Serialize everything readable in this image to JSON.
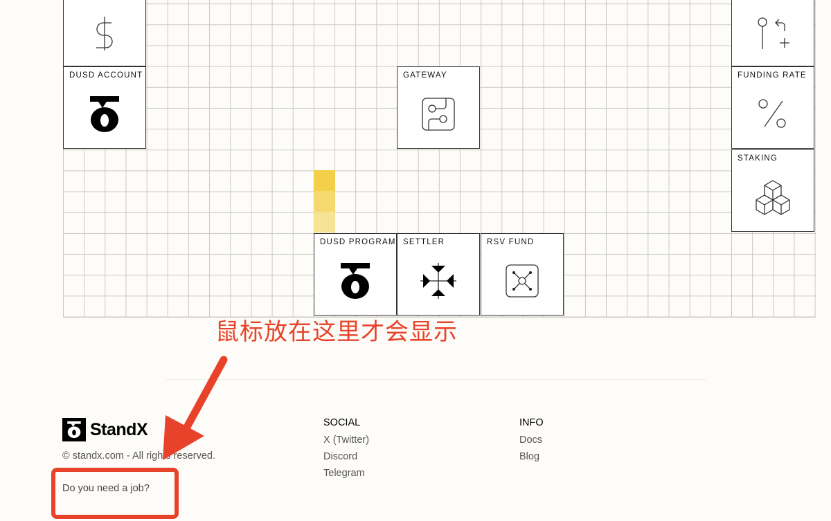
{
  "cards": {
    "dollar": {
      "label": "",
      "icon": "dollar-icon"
    },
    "dusd_account": {
      "label": "DUSD ACCOUNT",
      "icon": "dusd-logo-icon"
    },
    "gateway": {
      "label": "GATEWAY",
      "icon": "circuit-icon"
    },
    "top_right": {
      "label": "",
      "icon": "branch-icon"
    },
    "funding_rate": {
      "label": "FUNDING RATE",
      "icon": "percent-icon"
    },
    "staking": {
      "label": "STAKING",
      "icon": "cubes-icon"
    },
    "dusd_program": {
      "label": "DUSD PROGRAM",
      "icon": "dusd-logo-icon"
    },
    "settler": {
      "label": "SETTLER",
      "icon": "converge-arrows-icon"
    },
    "rsv_fund": {
      "label": "RSV FUND",
      "icon": "vault-icon"
    }
  },
  "colors": {
    "accent_yellow": "#f3cf4a",
    "annotation_red": "#e8432a"
  },
  "footer": {
    "brand": "StandX",
    "copyright": "© standx.com - All rights reserved.",
    "job_link": "Do you need a job?",
    "social": {
      "title": "SOCIAL",
      "links": [
        "X (Twitter)",
        "Discord",
        "Telegram"
      ]
    },
    "info": {
      "title": "INFO",
      "links": [
        "Docs",
        "Blog"
      ]
    }
  },
  "annotation": {
    "text": "鼠标放在这里才会显示"
  }
}
